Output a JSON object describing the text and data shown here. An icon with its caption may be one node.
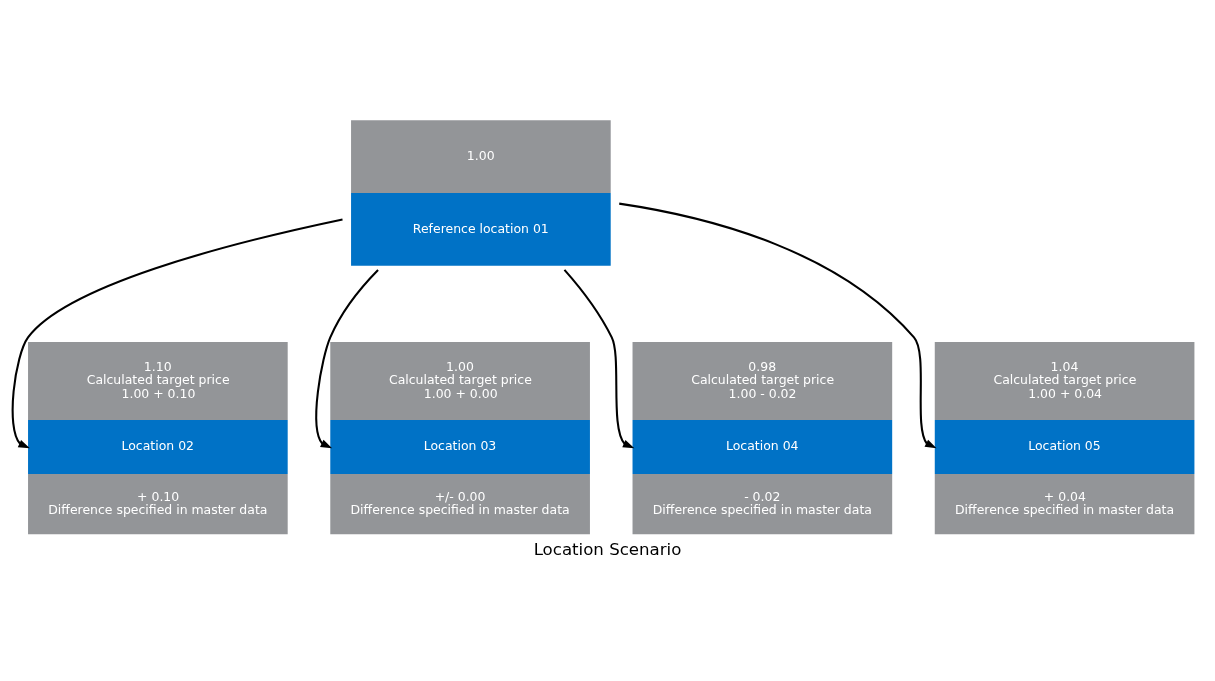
{
  "diagram": {
    "caption": "Location Scenario",
    "nodes": [
      {
        "text": [
          "1.00",
          "Reference location 01"
        ]
      },
      {
        "text": [
          "1.10",
          "Calculated target price",
          "1.00 + 0.10",
          "Location 02",
          "+ 0.10",
          "Difference specified in master data"
        ]
      },
      {
        "text": [
          "1.00",
          "Calculated target price",
          "1.00 + 0.00",
          "Location 03",
          "+/- 0.00",
          "Difference specified in master data"
        ]
      },
      {
        "text": [
          "0.98",
          "Calculated target price",
          "1.00 - 0.02",
          "Location 04",
          "- 0.02",
          "Difference specified in master data"
        ]
      },
      {
        "text": [
          "1.04",
          "Calculated target price",
          "1.00 + 0.04",
          "Location 05",
          "+ 0.04",
          "Difference specified in master data"
        ]
      }
    ],
    "edges": [
      {
        "from": 0,
        "to": 1,
        "arrow": "to"
      },
      {
        "from": 0,
        "to": 2,
        "arrow": "to"
      },
      {
        "from": 0,
        "to": 3,
        "arrow": "to"
      },
      {
        "from": 0,
        "to": 4,
        "arrow": "to"
      }
    ]
  }
}
